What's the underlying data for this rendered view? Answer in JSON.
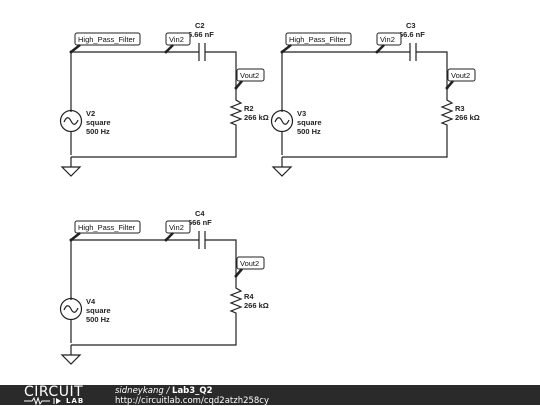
{
  "circuits": [
    {
      "net_label": "High_Pass_Filter",
      "vin_tag": "Vin2",
      "vout_tag": "Vout2",
      "capacitor": {
        "name": "C2",
        "value": "6.66 nF"
      },
      "resistor": {
        "name": "R2",
        "value": "266 kΩ"
      },
      "source": {
        "name": "V2",
        "type": "square",
        "freq": "500 Hz"
      }
    },
    {
      "net_label": "High_Pass_Filter",
      "vin_tag": "Vin2",
      "vout_tag": "Vout2",
      "capacitor": {
        "name": "C3",
        "value": "66.6 nF"
      },
      "resistor": {
        "name": "R3",
        "value": "266 kΩ"
      },
      "source": {
        "name": "V3",
        "type": "square",
        "freq": "500 Hz"
      }
    },
    {
      "net_label": "High_Pass_Filter",
      "vin_tag": "Vin2",
      "vout_tag": "Vout2",
      "capacitor": {
        "name": "C4",
        "value": "666 nF"
      },
      "resistor": {
        "name": "R4",
        "value": "266 kΩ"
      },
      "source": {
        "name": "V4",
        "type": "square",
        "freq": "500 Hz"
      }
    }
  ],
  "footer": {
    "logo_text": "CIRCUIT",
    "logo_sub": "LAB",
    "author": "sidneykang",
    "separator": "/",
    "title": "Lab3_Q2",
    "url": "http://circuitlab.com/cqd2atzh258cy"
  },
  "colors": {
    "wire": "#222222",
    "footer_bg": "#2a2a2a"
  }
}
